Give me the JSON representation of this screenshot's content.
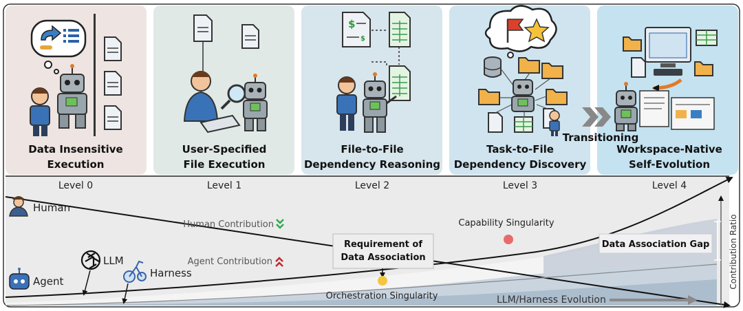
{
  "panels": [
    {
      "title_line1": "Data Insensitive",
      "title_line2": "Execution",
      "level": "Level 0",
      "bg": "#eee4e1"
    },
    {
      "title_line1": "User-Specified",
      "title_line2": "File Execution",
      "level": "Level 1",
      "bg": "#e1e9e6"
    },
    {
      "title_line1": "File-to-File",
      "title_line2": "Dependency Reasoning",
      "level": "Level 2",
      "bg": "#d7e5ec"
    },
    {
      "title_line1": "Task-to-File",
      "title_line2": "Dependency Discovery",
      "level": "Level 3",
      "bg": "#cfe4ef"
    },
    {
      "title_line1": "Workspace-Native",
      "title_line2": "Self-Evolution",
      "level": "Level 4",
      "bg": "#c4e2f0"
    }
  ],
  "transition_label": "Transitioning",
  "labels": {
    "human": "Human",
    "agent": "Agent",
    "llm": "LLM",
    "harness": "Harness",
    "human_contribution": "Human Contribution",
    "agent_contribution": "Agent Contribution",
    "capability_singularity": "Capability Singularity",
    "orchestration_singularity": "Orchestration Singularity",
    "requirement_line1": "Requirement of",
    "requirement_line2": "Data Association",
    "data_gap": "Data Association Gap",
    "contribution_ratio": "Contribution Ratio",
    "evolution": "LLM/Harness Evolution"
  },
  "colors": {
    "human_down_arrow": "#2fa84f",
    "agent_up_arrow": "#c0272d",
    "capability_point": "#e86b6b",
    "orchestration_point": "#f4c542",
    "evolution_arrow": "#8a8a8a"
  },
  "icons": [
    "person-icon",
    "robot-icon",
    "document-icon",
    "speech-bubble-icon",
    "magnifier-icon",
    "keyboard-icon",
    "spreadsheet-icon",
    "flag-icon",
    "star-icon",
    "folder-icon",
    "database-icon",
    "monitor-icon",
    "chevron-right-icon",
    "openai-logo-icon",
    "harness-icon"
  ]
}
